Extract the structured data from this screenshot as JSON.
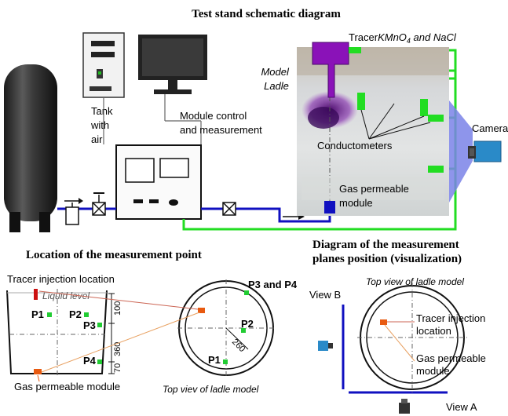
{
  "title": "Test stand schematic diagram",
  "top": {
    "tracer": "Tracer",
    "tracer_formula": "KMnO",
    "tracer_sub": "4",
    "tracer_rest": " and NaCl",
    "model_ladle": [
      "Model",
      "Ladle"
    ],
    "tank_label": [
      "Tank",
      "with",
      "air"
    ],
    "module_label": [
      "Module control",
      "and measurement"
    ],
    "conductometers": "Conductometers",
    "camera": "Camera",
    "gas_module": [
      "Gas permeable",
      "module"
    ]
  },
  "bottom_left": {
    "heading": "Location of the measurement point",
    "tracer_injection": "Tracer injection location",
    "liquid_level": "Liquid level",
    "points": [
      "P1",
      "P2",
      "P3",
      "P4"
    ],
    "dims": [
      "100",
      "360",
      "70"
    ],
    "gas_module": "Gas permeable module",
    "points_circle": [
      "P3 and P4",
      "P2",
      "P1"
    ],
    "dim_circle": "260",
    "top_view": "Top viev  of ladle  model"
  },
  "bottom_right": {
    "heading": [
      "Diagram of the measurement",
      "planes position (visualization)"
    ],
    "top_view": "Top view  of ladle  model",
    "view_b": "View B",
    "view_a": "View A",
    "tracer_injection": [
      "Tracer injection",
      "location"
    ],
    "gas_module": [
      "Gas permeable",
      "module"
    ]
  },
  "colors": {
    "green_line": "#22dd22",
    "blue_line": "#1010c0",
    "purple": "#8a12b8",
    "orange": "#e85a10",
    "red_marker": "#cc1111"
  }
}
